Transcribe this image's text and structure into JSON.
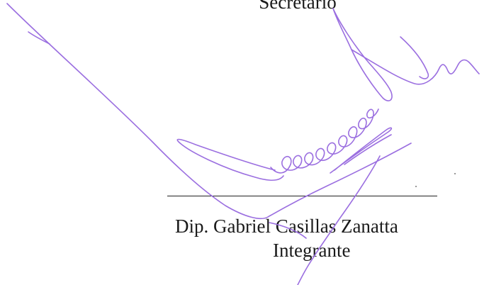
{
  "document": {
    "previous_signer_role": "Secretario",
    "signer": {
      "name": "Dip. Gabriel Casillas Zanatta",
      "role": "Integrante"
    },
    "signature_color": "#9b6fe0"
  }
}
